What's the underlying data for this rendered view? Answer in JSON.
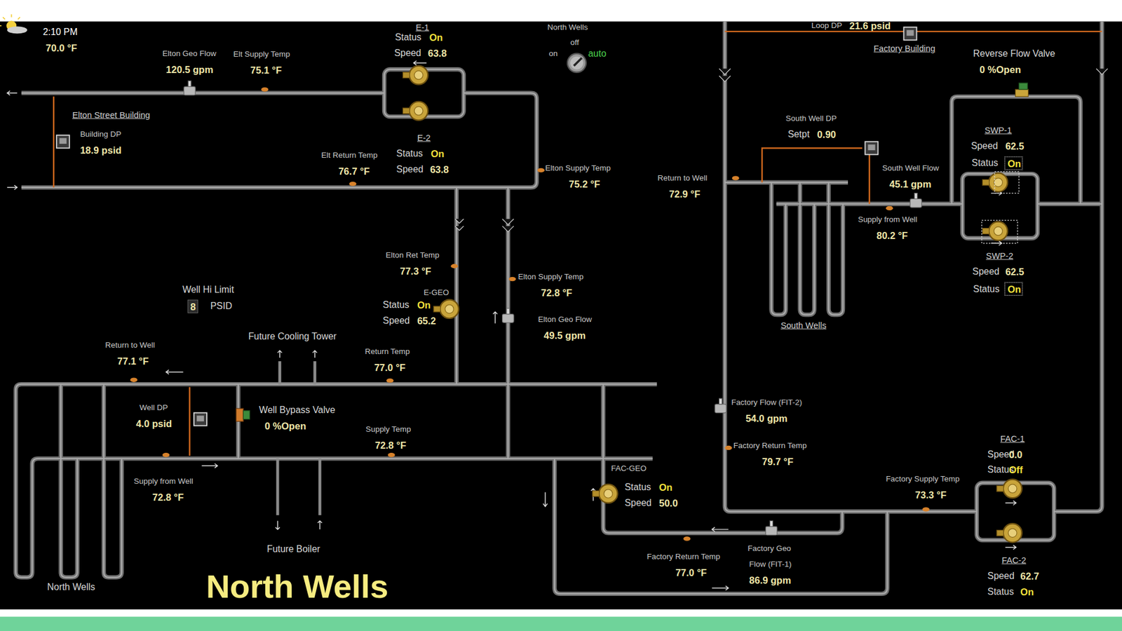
{
  "diagram": {
    "caption": "North Wells",
    "nodes": [
      {
        "text": [
          "8"
        ]
      },
      {
        "text": [
          "On"
        ]
      },
      {
        "text": [
          "On"
        ]
      }
    ],
    "labels": [
      "2:10 PM",
      "70.0 °F",
      "Elton Geo Flow",
      "120.5 gpm",
      "Elt Supply Temp",
      "75.1 °F",
      "E-1",
      "Status",
      "On",
      "Speed",
      "63.8",
      "North Wells",
      "off",
      "on",
      "auto",
      "Elton Street Building",
      "Building DP",
      "18.9 psid",
      "Elt Return Temp",
      "76.7 °F",
      "E-2",
      "Status",
      "On",
      "Speed",
      "63.8",
      "Elton Supply Temp",
      "75.2 °F",
      "Elton Ret Temp",
      "77.3 °F",
      "E-GEO",
      "Status",
      "On",
      "Speed",
      "65.2",
      "Elton Supply Temp",
      "72.8 °F",
      "Elton Geo Flow",
      "49.5 gpm",
      "Well Hi Limit",
      "PSID",
      "Future Cooling Tower",
      "Return to Well",
      "77.1 °F",
      "Return Temp",
      "77.0 °F",
      "Well DP",
      "4.0 psid",
      "Well Bypass Valve",
      "0 %Open",
      "Supply Temp",
      "72.8 °F",
      "Supply from Well",
      "72.8 °F",
      "Future Boiler",
      "North Wells",
      "FAC-GEO",
      "Status",
      "On",
      "Speed",
      "50.0",
      "Factory Return Temp",
      "77.0 °F",
      "Factory Geo",
      "Flow (FIT-1)",
      "86.9 gpm",
      "Loop DP",
      "21.6 psid",
      "Factory Building",
      "Reverse Flow Valve",
      "0 %Open",
      "South Well DP",
      "Setpt",
      "0.90",
      "SWP-1",
      "Speed",
      "62.5",
      "Status",
      "South Well Flow",
      "45.1 gpm",
      "Return to Well",
      "72.9 °F",
      "Supply from Well",
      "80.2 °F",
      "SWP-2",
      "Speed",
      "62.5",
      "Status",
      "South Wells",
      "Factory Flow (FIT-2)",
      "54.0 gpm",
      "Factory Return Temp",
      "79.7 °F",
      "FAC-1",
      "Speed",
      "0.0",
      "Status",
      "Off",
      "Factory Supply Temp",
      "73.3 °F",
      "FAC-2",
      "Speed",
      "62.7",
      "Status",
      "On"
    ]
  }
}
